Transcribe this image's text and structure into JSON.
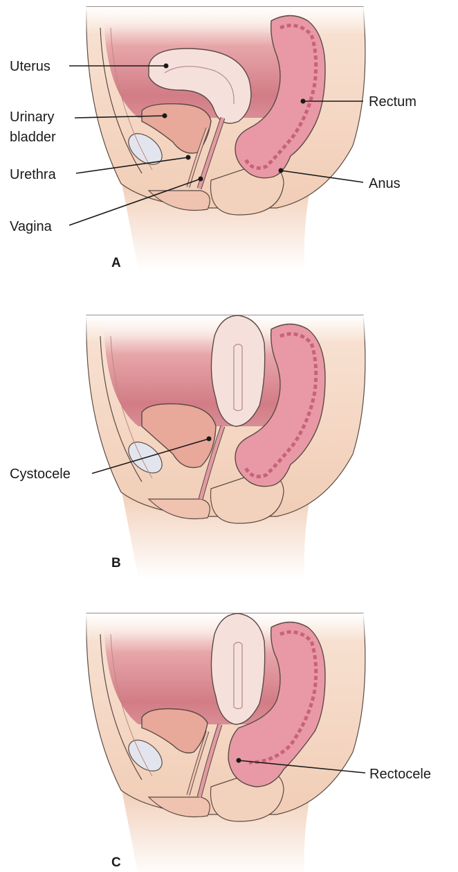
{
  "panels": [
    {
      "letter": "A",
      "labels": {
        "uterus": "Uterus",
        "urinary_line1": "Urinary",
        "urinary_line2": "bladder",
        "urethra": "Urethra",
        "vagina": "Vagina",
        "rectum": "Rectum",
        "anus": "Anus"
      }
    },
    {
      "letter": "B",
      "labels": {
        "cystocele": "Cystocele"
      }
    },
    {
      "letter": "C",
      "labels": {
        "rectocele": "Rectocele"
      }
    }
  ],
  "colors": {
    "skin": "#f6d9c4",
    "skin_shadow": "#e9b9a4",
    "cavity": "#d47b84",
    "cavity_light": "#f2c6c6",
    "uterus_fill": "#f6e0dc",
    "bladder_fill": "#e8a89a",
    "bone": "#e4e6ee",
    "rectum_fill": "#e99aa6",
    "outline": "#5a4a44"
  }
}
